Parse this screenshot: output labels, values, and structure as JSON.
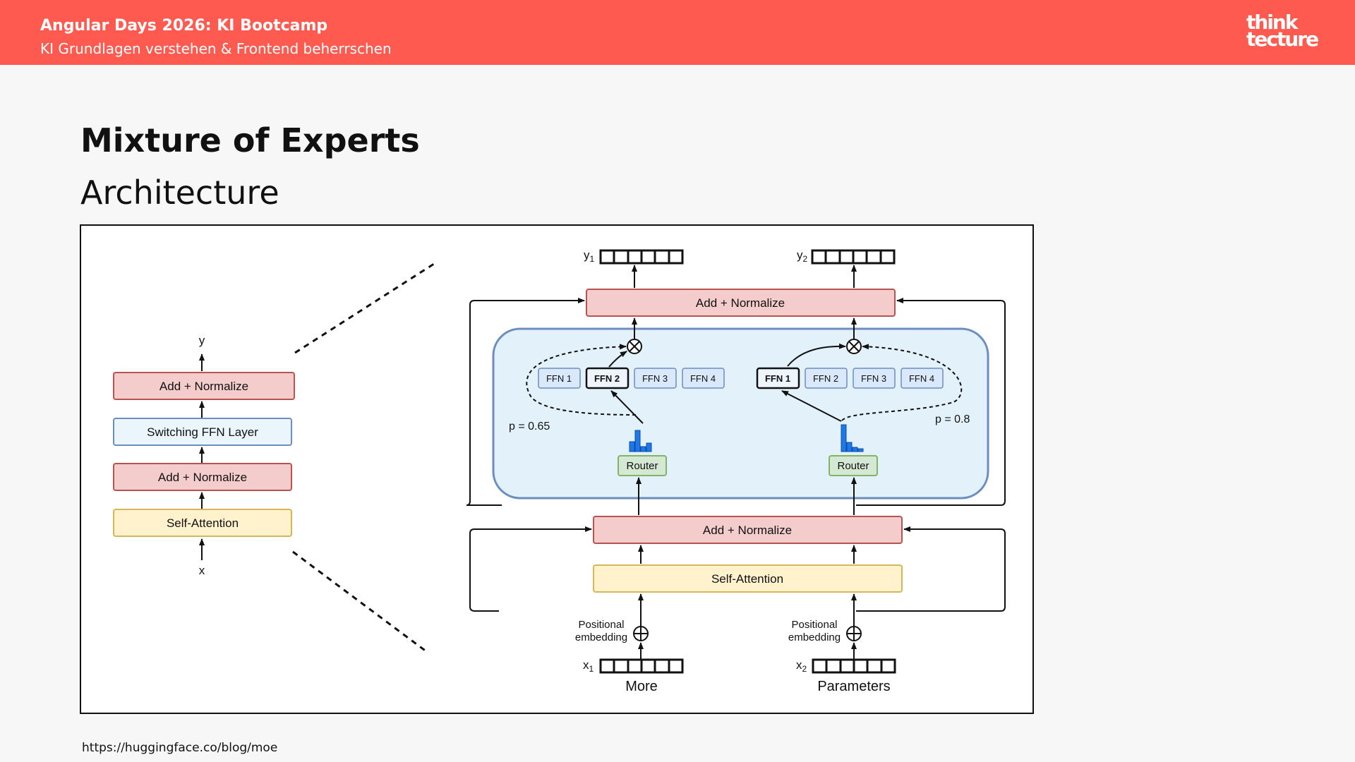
{
  "header": {
    "title": "Angular Days 2026: KI Bootcamp",
    "subtitle": "KI Grundlagen verstehen & Frontend beherrschen",
    "logo_line1": "think",
    "logo_line2": "tecture"
  },
  "slide": {
    "title": "Mixture of Experts",
    "subtitle": "Architecture",
    "source": "https://huggingface.co/blog/moe"
  },
  "diagram": {
    "left": {
      "y_label": "y",
      "x_label": "x",
      "add_norm_top": "Add + Normalize",
      "switching": "Switching FFN Layer",
      "add_norm_bottom": "Add + Normalize",
      "self_attention": "Self-Attention"
    },
    "right": {
      "y1": "y",
      "y1_sub": "1",
      "y2": "y",
      "y2_sub": "2",
      "x1": "x",
      "x1_sub": "1",
      "x2": "x",
      "x2_sub": "2",
      "add_norm_top": "Add + Normalize",
      "add_norm_bottom": "Add + Normalize",
      "self_attention": "Self-Attention",
      "ffn1_left": "FFN 1",
      "ffn2_left": "FFN 2",
      "ffn3_left": "FFN 3",
      "ffn4_left": "FFN 4",
      "ffn1_right": "FFN 1",
      "ffn2_right": "FFN 2",
      "ffn3_right": "FFN 3",
      "ffn4_right": "FFN 4",
      "router_left": "Router",
      "router_right": "Router",
      "p_left": "p = 0.65",
      "p_right": "p = 0.8",
      "pos_emb_line1_left": "Positional",
      "pos_emb_line2_left": "embedding",
      "pos_emb_line1_right": "Positional",
      "pos_emb_line2_right": "embedding",
      "word_left": "More",
      "word_right": "Parameters"
    },
    "colors": {
      "add_norm_fill": "#f4cccc",
      "add_norm_stroke": "#b85450",
      "switch_fill": "#eaf6fb",
      "switch_stroke": "#6c8ebf",
      "attn_fill": "#fff2cc",
      "attn_stroke": "#d6b656",
      "router_fill": "#d5e8d4",
      "router_stroke": "#82b366",
      "moe_fill": "#e3f2fa",
      "moe_stroke": "#6c8ebf",
      "ffn_fill": "#dae8fc",
      "bar_fill": "#1f77e8"
    }
  }
}
